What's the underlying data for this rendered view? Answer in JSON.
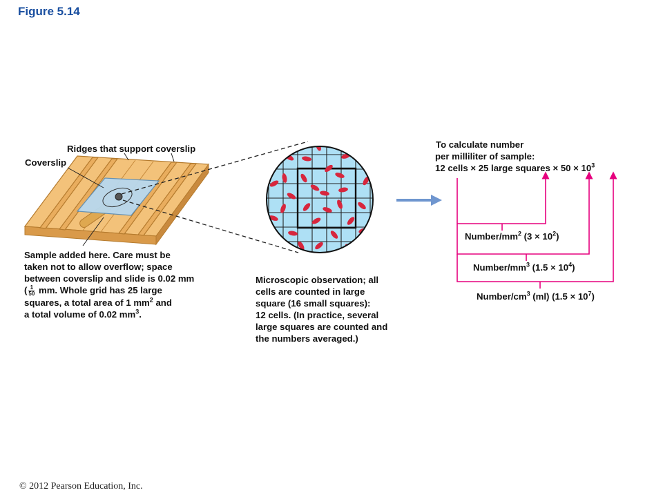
{
  "figure_title": "Figure 5.14",
  "slide": {
    "ridges_label": "Ridges that support coverslip",
    "coverslip_label": "Coverslip",
    "sample_note": {
      "line1": "Sample added here. Care must be",
      "line2": "taken not to allow overflow; space",
      "line3": "between coverslip and slide is 0.02 mm",
      "open_paren": "(",
      "frac_num": "1",
      "frac_den": "50",
      "line4_rest": " mm. Whole grid has 25 large",
      "line5_a": "squares, a total area of 1 mm",
      "line5_sup": "2",
      "line5_b": " and",
      "line6_a": "a total volume of 0.02 mm",
      "line6_sup": "3",
      "line6_b": "."
    }
  },
  "microscope": {
    "caption_lines": [
      "Microscopic observation; all",
      "cells are counted in large",
      "square (16 small squares):",
      "12 cells. (In practice, several",
      "large squares are counted and",
      "the numbers averaged.)"
    ]
  },
  "calculation": {
    "line1": "To calculate number",
    "line2": "per milliliter  of sample:",
    "line3_a": "12 cells ",
    "times": "×",
    "line3_b": " 25 large squares ",
    "line3_c": " 50 ",
    "line3_d": " 10",
    "line3_sup": "3",
    "mm2": {
      "a": "Number/mm",
      "sup": "2",
      "b": " (3 ",
      "c": " 10",
      "sup2": "2",
      "d": ")"
    },
    "mm3": {
      "a": "Number/mm",
      "sup": "3",
      "b": " (1.5 ",
      "c": " 10",
      "sup2": "4",
      "d": ")"
    },
    "cm3": {
      "a": "Number/cm",
      "sup": "3",
      "b": " (ml) (1.5 ",
      "c": " 10",
      "sup2": "7",
      "d": ")"
    }
  },
  "colors": {
    "title_blue": "#1a4fa0",
    "bracket_magenta": "#e6007e",
    "slide_tan": "#f3c27a",
    "grid_blue": "#aee0f5",
    "cell_red": "#d7263d",
    "arrow_blue": "#6f96cf"
  },
  "copyright": "© 2012 Pearson Education, Inc."
}
